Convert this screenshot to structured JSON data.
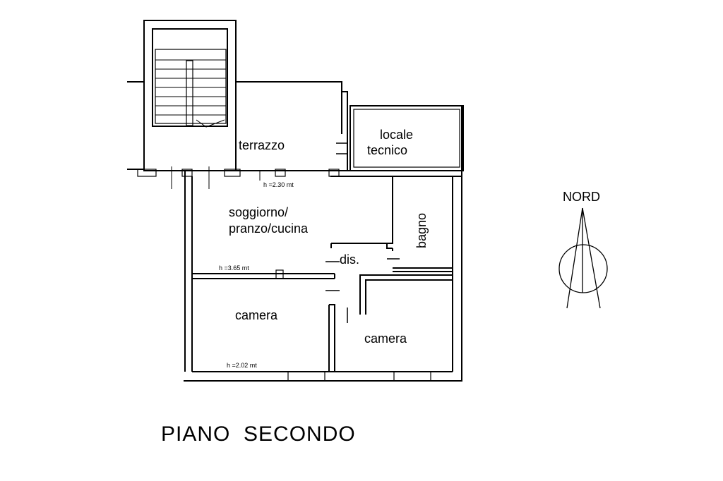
{
  "title": "PIANO  SECONDO",
  "north_label": "NORD",
  "rooms": {
    "terrazzo": "terrazzo",
    "locale_line1": "locale",
    "locale_line2": "tecnico",
    "soggiorno_line1": "soggiorno/",
    "soggiorno_line2": "pranzo/cucina",
    "bagno": "bagno",
    "dis": "dis.",
    "camera_left": "camera",
    "camera_right": "camera"
  },
  "heights": {
    "terrace": "h =2.30 mt",
    "living": "h =3.65 mt",
    "bedroom": "h =2.02 mt"
  }
}
